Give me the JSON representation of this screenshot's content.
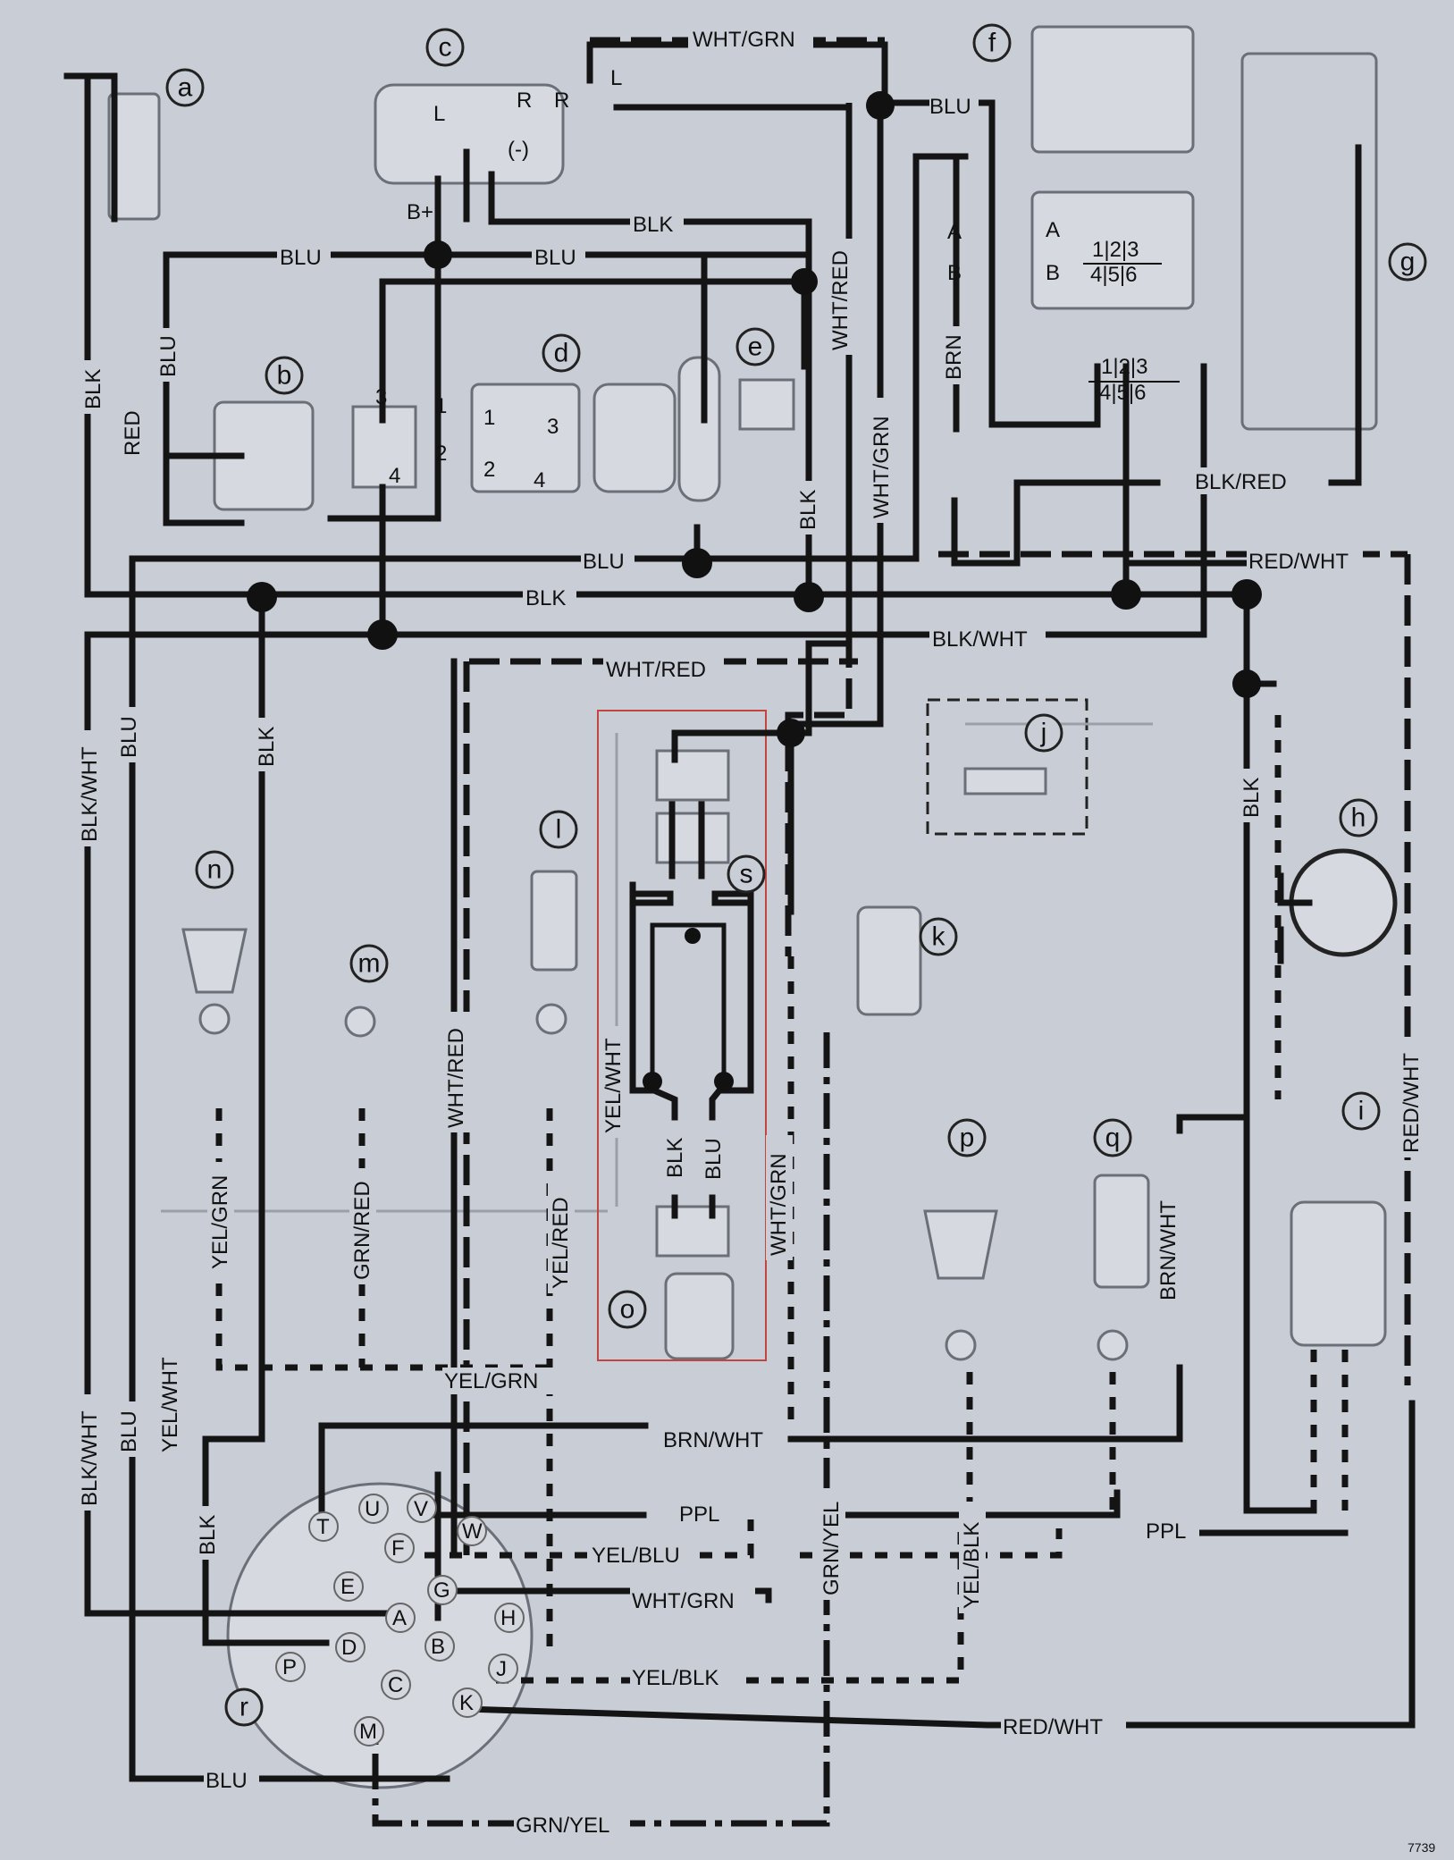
{
  "components": [
    "a",
    "b",
    "c",
    "d",
    "e",
    "f",
    "g",
    "h",
    "i",
    "j",
    "k",
    "l",
    "m",
    "n",
    "o",
    "p",
    "q",
    "r",
    "s"
  ],
  "wire_labels": {
    "wht_grn_top": "WHT/GRN",
    "blu_f": "BLU",
    "blk_c": "BLK",
    "blu_left": "BLU",
    "blu_mid": "BLU",
    "blu_main": "BLU",
    "blk_main": "BLK",
    "wht_red_h": "WHT/RED",
    "blk_wht_h": "BLK/WHT",
    "blk_red": "BLK/RED",
    "red_wht_top": "RED/WHT",
    "blk_v1": "BLK",
    "red_v": "RED",
    "blu_v1": "BLU",
    "wht_red_v1": "WHT/RED",
    "wht_grn_v1": "WHT/GRN",
    "blk_v2": "BLK",
    "brn_v": "BRN",
    "blk_wht_v1": "BLK/WHT",
    "blu_v2": "BLU",
    "blk_v3": "BLK",
    "blk_v4": "BLK",
    "red_wht_v": "RED/WHT",
    "wht_red_v2": "WHT/RED",
    "yel_wht_s": "YEL/WHT",
    "blk_s": "BLK",
    "blu_s": "BLU",
    "wht_grn_v2": "WHT/GRN",
    "yel_grn_v": "YEL/GRN",
    "grn_red_v": "GRN/RED",
    "yel_red_v": "YEL/RED",
    "brn_wht_v": "BRN/WHT",
    "blk_wht_v2": "BLK/WHT",
    "blu_v3": "BLU",
    "yel_wht_v": "YEL/WHT",
    "blk_v5": "BLK",
    "yel_grn_h": "YEL/GRN",
    "brn_wht_h": "BRN/WHT",
    "ppl_1": "PPL",
    "ppl_2": "PPL",
    "yel_blu": "YEL/BLU",
    "wht_grn_h": "WHT/GRN",
    "yel_blk_h": "YEL/BLK",
    "red_wht_bottom": "RED/WHT",
    "blu_bottom": "BLU",
    "grn_yel_bottom": "GRN/YEL",
    "grn_yel_v": "GRN/YEL",
    "yel_blk_v": "YEL/BLK"
  },
  "pins": {
    "c_L1": "L",
    "c_R1": "R",
    "c_R2": "R",
    "c_L2": "L",
    "c_minus": "(-)",
    "c_bplus": "B+",
    "relay_3": "3",
    "relay_1": "1",
    "relay_2": "2",
    "relay_4": "4",
    "d_1": "1",
    "d_3": "3",
    "d_2": "2",
    "d_4": "4",
    "f_A": "A",
    "f_B": "B",
    "f_A2": "A",
    "f_B2": "B",
    "f_grid_top": "1|2|3",
    "f_grid_bot": "4|5|6",
    "conn_top": "1|2|3",
    "conn_bot": "4|5|6",
    "r_T": "T",
    "r_U": "U",
    "r_V": "V",
    "r_W": "W",
    "r_F": "F",
    "r_E": "E",
    "r_G": "G",
    "r_A": "A",
    "r_H": "H",
    "r_D": "D",
    "r_B": "B",
    "r_P": "P",
    "r_C": "C",
    "r_J": "J",
    "r_M": "M",
    "r_K": "K"
  },
  "figure_number": "7739"
}
